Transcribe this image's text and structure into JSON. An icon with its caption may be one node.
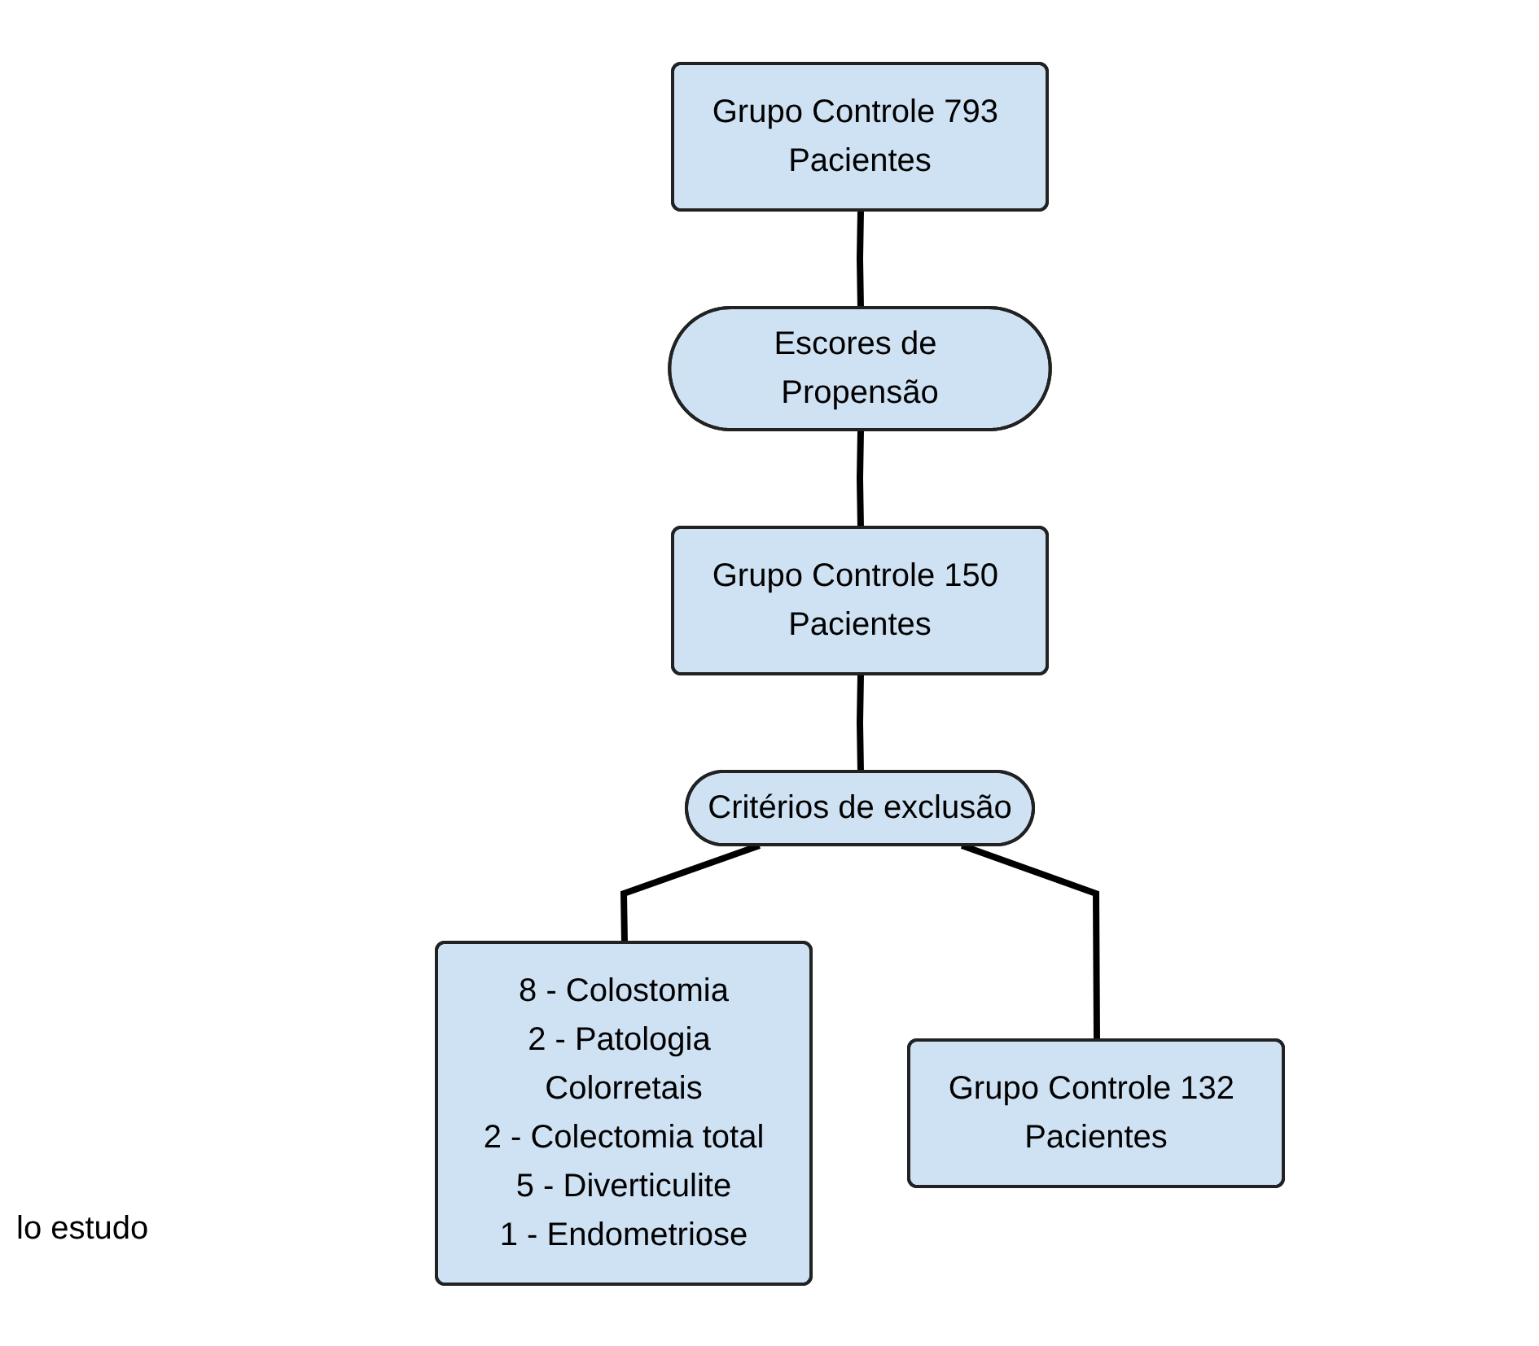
{
  "diagram": {
    "nodes": [
      {
        "text": [
          "Grupo Controle 793 Pacientes"
        ]
      },
      {
        "text": [
          "Escores de Propensão"
        ]
      },
      {
        "text": [
          "Grupo Controle 150 Pacientes"
        ]
      },
      {
        "text": [
          "Critérios de exclusão"
        ]
      },
      {
        "text": [
          "8 - Colostomia",
          "2 - Patologia Colorretais",
          "2 - Colectomia total",
          "5 - Diverticulite",
          "1 - Endometriose"
        ]
      },
      {
        "text": [
          "Grupo Controle 132 Pacientes"
        ]
      }
    ],
    "edges": [
      {
        "from": 0,
        "to": 1,
        "arrow": "none"
      },
      {
        "from": 1,
        "to": 2,
        "arrow": "none"
      },
      {
        "from": 2,
        "to": 3,
        "arrow": "none"
      },
      {
        "from": 3,
        "to": 4,
        "arrow": "none"
      },
      {
        "from": 3,
        "to": 5,
        "arrow": "none"
      }
    ],
    "labels": [
      "lo estudo"
    ]
  }
}
